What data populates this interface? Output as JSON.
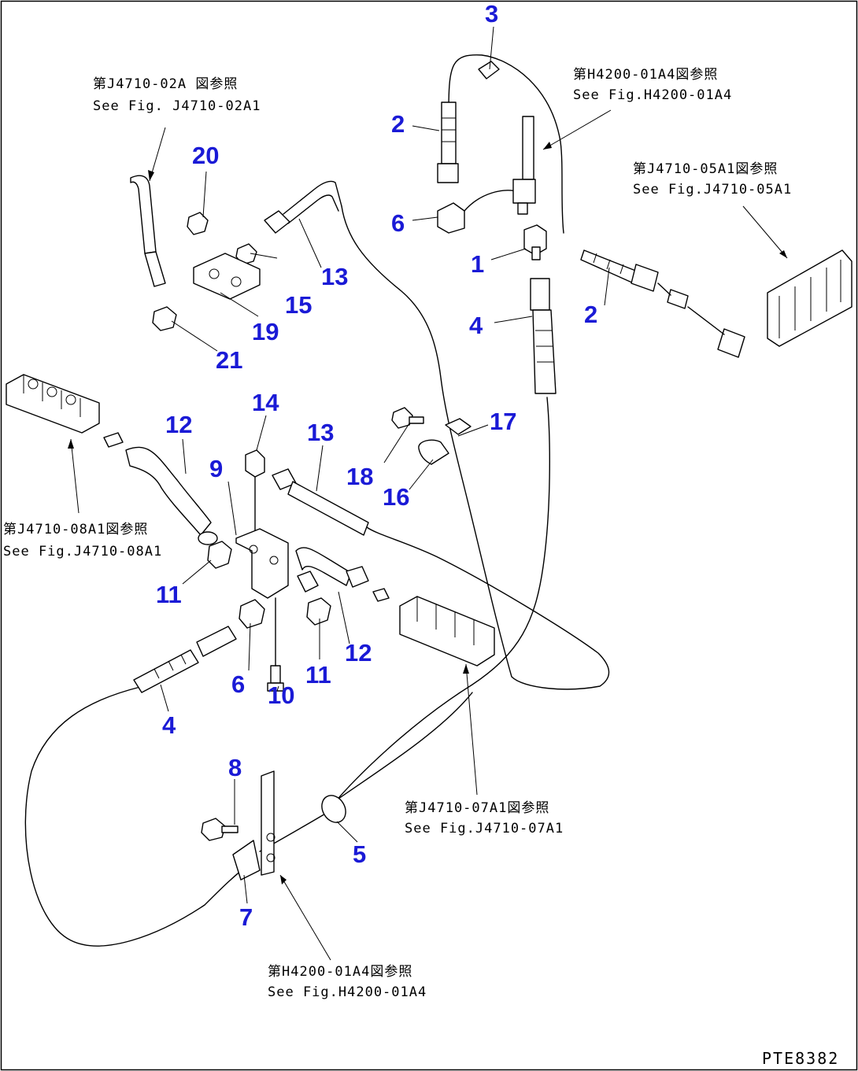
{
  "callouts": {
    "c1": "1",
    "c2a": "2",
    "c2b": "2",
    "c3": "3",
    "c4a": "4",
    "c4b": "4",
    "c5": "5",
    "c6a": "6",
    "c6b": "6",
    "c7": "7",
    "c8": "8",
    "c9": "9",
    "c10": "10",
    "c11a": "11",
    "c11b": "11",
    "c12a": "12",
    "c12b": "12",
    "c13a": "13",
    "c13b": "13",
    "c14": "14",
    "c15": "15",
    "c16": "16",
    "c17": "17",
    "c18": "18",
    "c19": "19",
    "c20": "20",
    "c21": "21"
  },
  "references": {
    "j4710_02a": {
      "jp": "第J4710-02A 図参照",
      "en": "See Fig. J4710-02A1"
    },
    "h4200_top": {
      "jp": "第H4200-01A4図参照",
      "en": "See Fig.H4200-01A4"
    },
    "j4710_05a": {
      "jp": "第J4710-05A1図参照",
      "en": "See Fig.J4710-05A1"
    },
    "j4710_08a": {
      "jp": "第J4710-08A1図参照",
      "en": "See Fig.J4710-08A1"
    },
    "j4710_07a": {
      "jp": "第J4710-07A1図参照",
      "en": "See Fig.J4710-07A1"
    },
    "h4200_bottom": {
      "jp": "第H4200-01A4図参照",
      "en": "See Fig.H4200-01A4"
    }
  },
  "drawing_code": "PTE8382",
  "colors": {
    "callout": "#1a1ad6",
    "line": "#000000",
    "background": "#ffffff"
  }
}
